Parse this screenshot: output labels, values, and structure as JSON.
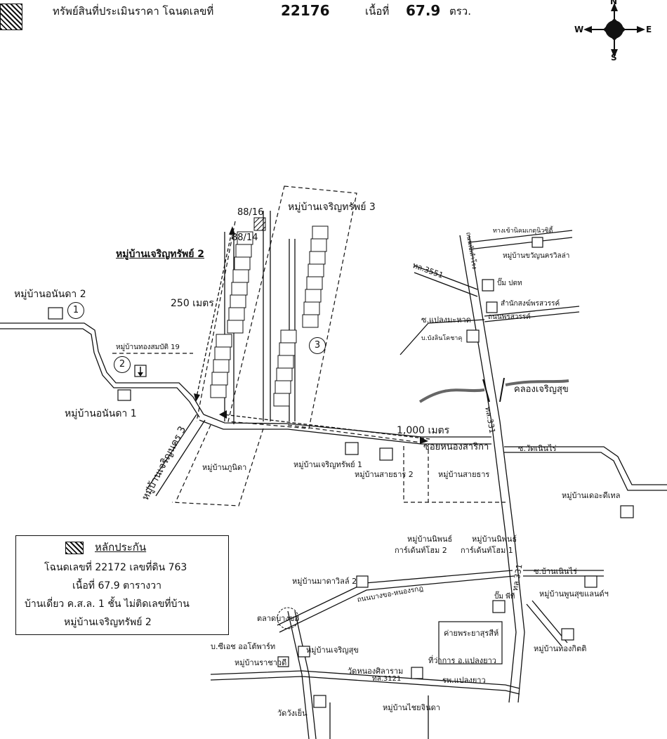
{
  "header": {
    "label": "ทรัพย์สินที่ประเมินราคา โฉนดเลขที่",
    "deed_number": "22176",
    "area_label": "เนื้อที่",
    "area_value": "67.9",
    "area_unit": "ตรว."
  },
  "compass": {
    "n": "N",
    "s": "S",
    "e": "E",
    "w": "W"
  },
  "plots": {
    "p1": "88/16",
    "p2": "88/14"
  },
  "villages": {
    "charoen3": "หมู่บ้านเจริญทรัพย์ 3",
    "charoen2": "หมู่บ้านเจริญทรัพย์ 2",
    "ananda2": "หมู่บ้านอนันดา 2",
    "ananda1": "หมู่บ้านอนันดา 1",
    "thongsombat": "หมู่บ้านทองสมบัติ 19",
    "charoennakorn": "หมู่บ้านเจริญนคร 3",
    "phunida": "หมู่บ้านภูนิดา",
    "charoen1": "หมู่บ้านเจริญทรัพย์ 1",
    "saitharn2": "หมู่บ้านสายธาร 2",
    "saitharn": "หมู่บ้านสายธาร",
    "khwan": "หมู่บ้านขวัญนครวิลล่า",
    "dekhotel": "หมู่บ้านเดอะดีเทล",
    "nipon2a": "หมู่บ้านนิพนธ์",
    "nipon2b": "การ์เด้นท์โฮม 2",
    "nipon1a": "หมู่บ้านนิพนธ์",
    "nipon1b": "การ์เด้นท์โฮม 1",
    "mada": "หมู่บ้านมาดาวิลล์ 2",
    "poonsuk": "หมู่บ้านพูนสุขแลนด์ฯ",
    "thongkit": "หมู่บ้านทองกิตติ",
    "charoensuk": "หมู่บ้านเจริญสุข",
    "rachawadee": "หมู่บ้านราชาวดี",
    "chaichinda": "หมู่บ้านไชยจินดา"
  },
  "places": {
    "pump_ptt": "ปั๊ม ปตท",
    "office": "สำนักสงฆ์พรสวรรค์",
    "bunglin": "บ.บังลินโคชาคุ",
    "pump_pt": "ปั๊ม พีที",
    "camp": "ค่ายพระยาสุรสีห์",
    "district": "ที่ว่าการ อ.แปลงยาว",
    "hospital": "รพ.แปลงยาว",
    "temple_nongsila": "วัดหนองศิลาราม",
    "market": "ตลาดบางขอ",
    "company": "บ.ซีเอช ออโต้พาร์ท",
    "wat_wangyen": "วัดวังเย็น"
  },
  "roads": {
    "r3551": "ทล.3551",
    "r331a": "ทล.331",
    "r331b": "ทล.331",
    "r3121": "ทล.3121",
    "soi_nongsarika": "ซอยหนองสาริกา",
    "soi_plaengmahad": "ซ.แปลงมะหาด",
    "pornsawan_rd": "ถนนพรสวรรค์",
    "wat_noenrai": "ซ.วัดเนินไร่",
    "ban_noenrai": "ซ.บ้านเนินไร่",
    "nongkhok_rd": "ถนนบางขอ-หนองรกฎ",
    "top_lane": "ทางเข้านิคมเกตุนิวซิตี้",
    "tha_rd": "ถนนหัวสำโรง"
  },
  "canal": "คลองเจริญสุข",
  "distances": {
    "d250": "250 เมตร",
    "d1000": "1,000 เมตร"
  },
  "markers": {
    "m1": "1",
    "m2": "2",
    "m3": "3"
  },
  "legend": {
    "title": "หลักประกัน",
    "line1": "โฉนดเลขที่ 22172  เลขที่ดิน 763",
    "line2": "เนื้อที่ 67.9  ตารางวา",
    "line3": "บ้านเดี่ยว ค.ส.ล. 1 ชั้น ไม่ติดเลขที่บ้าน",
    "line4": "หมู่บ้านเจริญทรัพย์ 2"
  }
}
